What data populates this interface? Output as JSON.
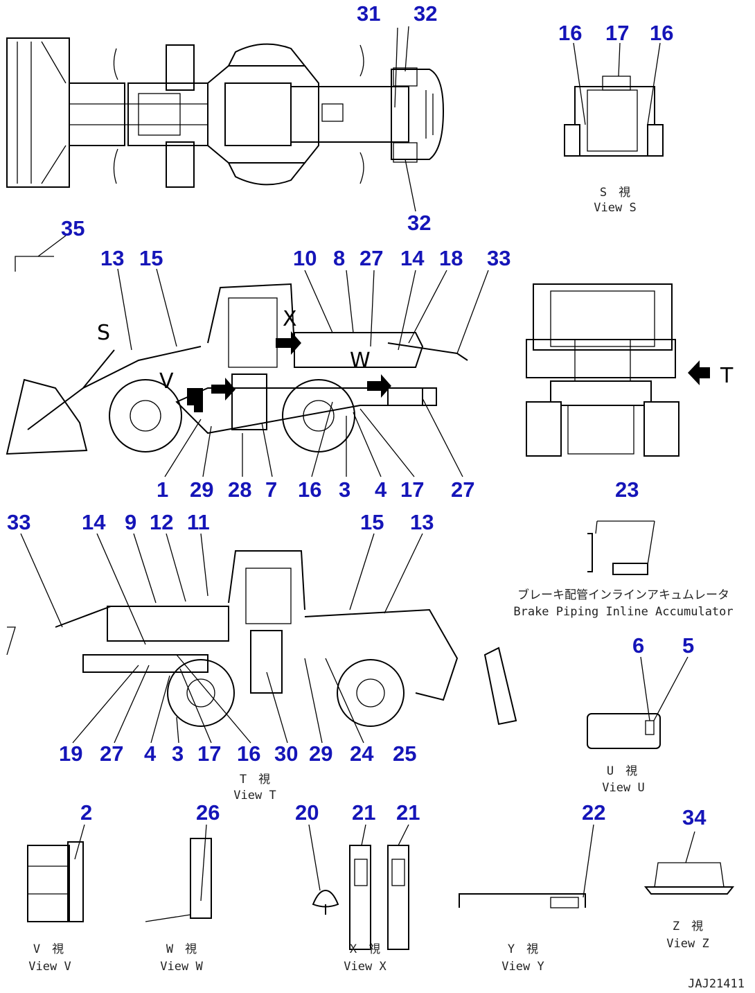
{
  "callouts": [
    {
      "id": "c31a",
      "label": "31"
    },
    {
      "id": "c32a",
      "label": "32"
    },
    {
      "id": "c32b",
      "label": "32"
    },
    {
      "id": "c16a",
      "label": "16"
    },
    {
      "id": "c17a",
      "label": "17"
    },
    {
      "id": "c16b",
      "label": "16"
    },
    {
      "id": "c35",
      "label": "35"
    },
    {
      "id": "c13a",
      "label": "13"
    },
    {
      "id": "c15a",
      "label": "15"
    },
    {
      "id": "c10",
      "label": "10"
    },
    {
      "id": "c8",
      "label": "8"
    },
    {
      "id": "c27a",
      "label": "27"
    },
    {
      "id": "c14a",
      "label": "14"
    },
    {
      "id": "c18",
      "label": "18"
    },
    {
      "id": "c33a",
      "label": "33"
    },
    {
      "id": "c1",
      "label": "1"
    },
    {
      "id": "c29a",
      "label": "29"
    },
    {
      "id": "c28",
      "label": "28"
    },
    {
      "id": "c7",
      "label": "7"
    },
    {
      "id": "c16c",
      "label": "16"
    },
    {
      "id": "c3a",
      "label": "3"
    },
    {
      "id": "c4a",
      "label": "4"
    },
    {
      "id": "c17b",
      "label": "17"
    },
    {
      "id": "c27b",
      "label": "27"
    },
    {
      "id": "c23",
      "label": "23"
    },
    {
      "id": "c33b",
      "label": "33"
    },
    {
      "id": "c14b",
      "label": "14"
    },
    {
      "id": "c9",
      "label": "9"
    },
    {
      "id": "c12",
      "label": "12"
    },
    {
      "id": "c11",
      "label": "11"
    },
    {
      "id": "c15b",
      "label": "15"
    },
    {
      "id": "c13b",
      "label": "13"
    },
    {
      "id": "c6",
      "label": "6"
    },
    {
      "id": "c5",
      "label": "5"
    },
    {
      "id": "c19",
      "label": "19"
    },
    {
      "id": "c27c",
      "label": "27"
    },
    {
      "id": "c4b",
      "label": "4"
    },
    {
      "id": "c3b",
      "label": "3"
    },
    {
      "id": "c17c",
      "label": "17"
    },
    {
      "id": "c16d",
      "label": "16"
    },
    {
      "id": "c30",
      "label": "30"
    },
    {
      "id": "c29b",
      "label": "29"
    },
    {
      "id": "c24",
      "label": "24"
    },
    {
      "id": "c25",
      "label": "25"
    },
    {
      "id": "c2",
      "label": "2"
    },
    {
      "id": "c26",
      "label": "26"
    },
    {
      "id": "c20",
      "label": "20"
    },
    {
      "id": "c21a",
      "label": "21"
    },
    {
      "id": "c21b",
      "label": "21"
    },
    {
      "id": "c22",
      "label": "22"
    },
    {
      "id": "c34",
      "label": "34"
    }
  ],
  "view_labels": {
    "view_s_jp": "S　視",
    "view_s_en": "View S",
    "accum_jp": "ブレーキ配管インラインアキュムレータ",
    "accum_en": "Brake Piping Inline Accumulator",
    "view_u_jp": "U　視",
    "view_u_en": "View U",
    "view_t_jp": "T　視",
    "view_t_en": "View T",
    "view_v_jp": "V　視",
    "view_v_en": "View V",
    "view_w_jp": "W　視",
    "view_w_en": "View W",
    "view_x_jp": "X　視",
    "view_x_en": "View X",
    "view_y_jp": "Y　視",
    "view_y_en": "View Y",
    "view_z_jp": "Z　視",
    "view_z_en": "View Z"
  },
  "view_markers": {
    "s": "S",
    "t": "T",
    "v": "V",
    "w": "W",
    "x": "X"
  },
  "drawing_code": "JAJ21411"
}
